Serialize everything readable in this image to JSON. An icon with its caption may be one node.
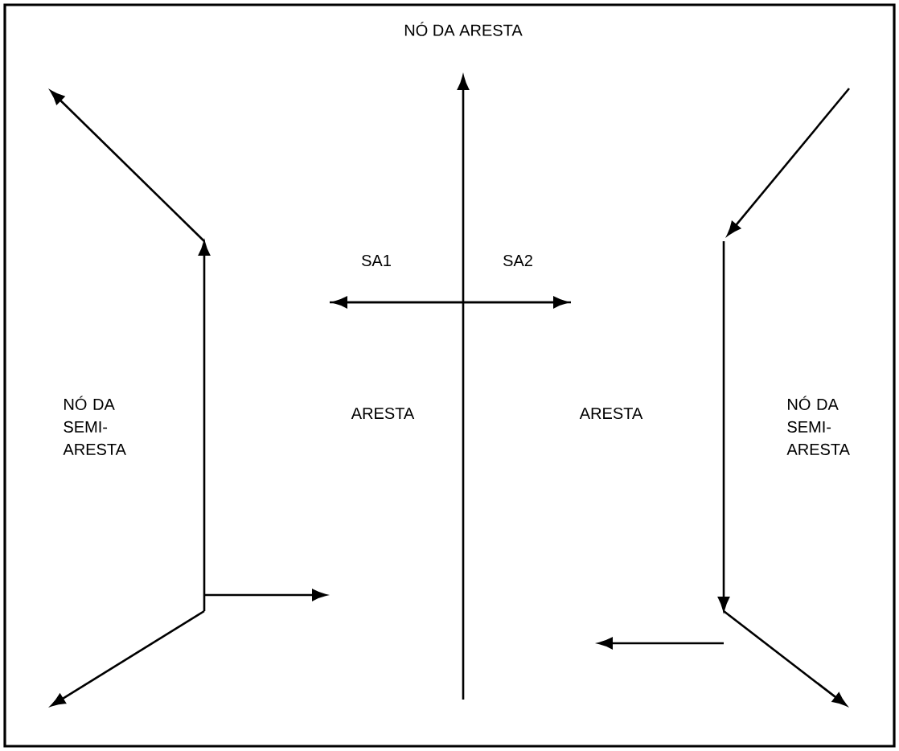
{
  "diagram": {
    "labels": [
      "NÓ DA ARESTA",
      "SA1",
      "SA2",
      "NÓ DA SEMI-ARESTA",
      "ARESTA",
      "ARESTA",
      "NÓ DA SEMI-ARESTA"
    ]
  }
}
